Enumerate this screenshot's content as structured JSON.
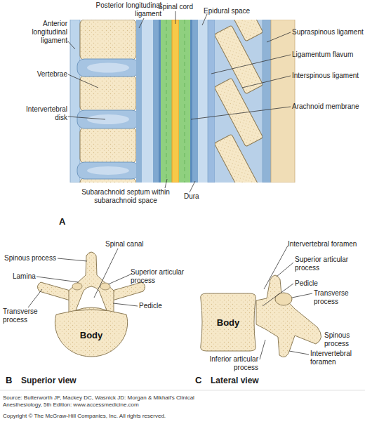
{
  "diagram": {
    "labels": [
      "Posterior longitudinal ligament",
      "Spinal cord",
      "Epidural space",
      "Anterior longitudinal ligament",
      "Supraspinous ligament",
      "Ligamentum flavum",
      "Vertebrae",
      "Interspinous ligament",
      "Intervertebral disk",
      "Arachnoid membrane",
      "Subarachnoid septum within subarachnoid space",
      "Dura",
      "A",
      "Spinous process",
      "Spinal canal",
      "Lamina",
      "Superior articular process",
      "Pedicle",
      "Transverse process",
      "Body",
      "B",
      "Superior view",
      "Intervertebral foramen",
      "Superior articular process",
      "Pedicle",
      "Transverse process",
      "Body",
      "Spinous process",
      "Intervertebral foramen",
      "Inferior articular process",
      "C",
      "Lateral view",
      "Source: Butterworth JF, Mackey DC, Wasnick JD: Morgan & Mikhail's Clinical Anesthesiology, 5th Edition: www.accessmedicine.com",
      "Copyright © The McGraw-Hill Companies, Inc. All rights reserved."
    ]
  }
}
